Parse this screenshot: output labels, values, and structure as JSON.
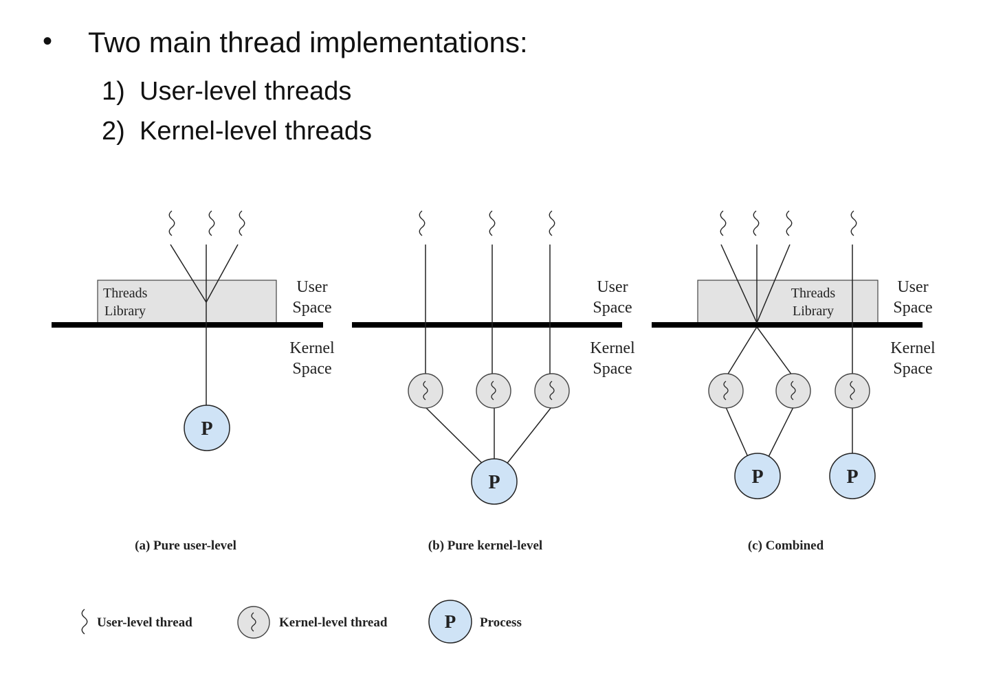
{
  "slide": {
    "bullet": "•",
    "title": "Two main thread implementations:",
    "items": [
      {
        "num": "1)",
        "text": "User-level threads"
      },
      {
        "num": "2)",
        "text": "Kernel-level threads"
      }
    ]
  },
  "diagram": {
    "space_labels": {
      "user_line1": "User",
      "user_line2": "Space",
      "kernel_line1": "Kernel",
      "kernel_line2": "Space"
    },
    "library_label": {
      "line1": "Threads",
      "line2": "Library"
    },
    "process_label": "P",
    "captions": {
      "a": "(a) Pure user-level",
      "b": "(b) Pure kernel-level",
      "c": "(c) Combined"
    },
    "legend": {
      "user_thread": "User-level thread",
      "kernel_thread": "Kernel-level thread",
      "process": "Process"
    },
    "colors": {
      "library_fill": "#e3e3e3",
      "kernel_thread_fill": "#e3e3e3",
      "process_fill": "#cfe3f6",
      "line": "#222222"
    }
  }
}
